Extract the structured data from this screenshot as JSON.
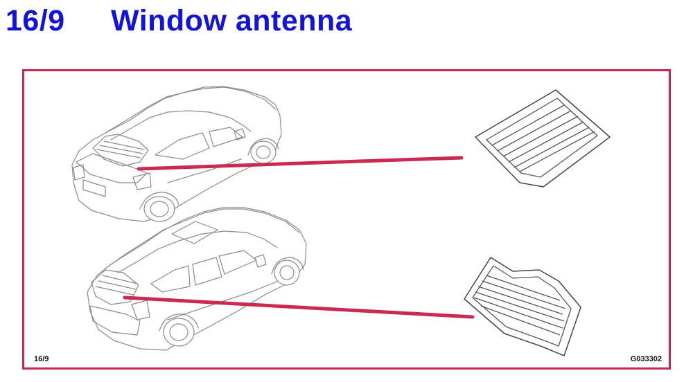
{
  "header": {
    "section_number": "16/9",
    "title": "Window antenna"
  },
  "figure": {
    "page_ref": "16/9",
    "figure_id": "G033302",
    "callouts": [
      {
        "from": "sedan-rear-window",
        "to": "sedan-rear-glass-antenna"
      },
      {
        "from": "wagon-rear-window",
        "to": "wagon-rear-glass-antenna"
      }
    ]
  },
  "colors": {
    "title": "#1414d8",
    "frame": "#c8264a",
    "leader_line": "#cc2952",
    "drawing": "#8a8a8a"
  }
}
